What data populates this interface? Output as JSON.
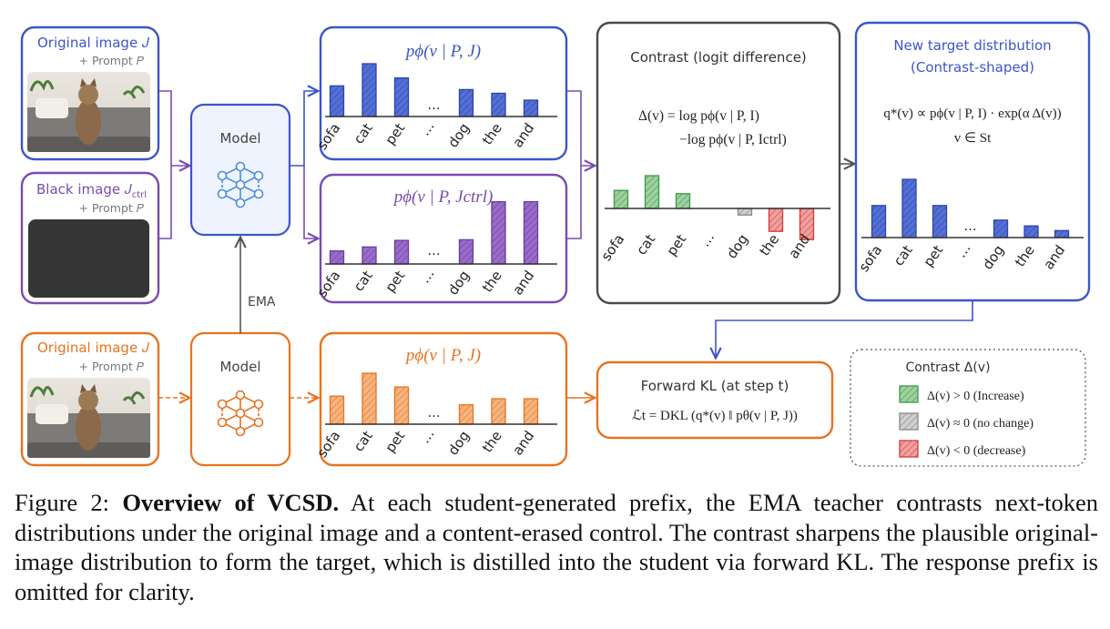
{
  "colors": {
    "blue": "#3c55c8",
    "purple": "#7a4bb0",
    "orange": "#e8731e",
    "gray_dark": "#4a4a4a",
    "green": "#3a9a4a",
    "red": "#d23a3a",
    "gray_mid": "#9a9a9a"
  },
  "inputs": {
    "original_top": {
      "title": "Original image 𝐽",
      "prompt": "+ Prompt 𝑃"
    },
    "black": {
      "title": "Black image 𝐽",
      "title_sub": "ctrl",
      "prompt": "+ Prompt 𝑃"
    },
    "original_bottom": {
      "title": "Original image 𝐽",
      "prompt": "+ Prompt 𝑃"
    }
  },
  "models": {
    "teacher_label": "Model",
    "student_label": "Model",
    "ema_label": "EMA"
  },
  "distributions": {
    "teacher_orig_title": "pϕ(v | P, J)",
    "teacher_ctrl_title": "pϕ(v | P, Jctrl)",
    "student_title": "pϕ(v | P, J)"
  },
  "tokens": [
    "sofa",
    "cat",
    "pet",
    "⋯",
    "dog",
    "the",
    "and"
  ],
  "ellipsis": "...",
  "contrast_panel": {
    "title": "Contrast (logit difference)",
    "formula_line1": "Δ(v) = log pϕ(v | P, I)",
    "formula_line2": "−log pϕ(v | P, Ictrl)"
  },
  "target_panel": {
    "title_line1": "New target distribution",
    "title_line2": "(Contrast-shaped)",
    "formula_line1": "q*(v) ∝ pϕ(v | P, I) · exp(α Δ(v))",
    "formula_line2": "v ∈ St"
  },
  "kl_panel": {
    "title": "Forward KL (at step t)",
    "formula": "ℒt = DKL (q*(v) ‖ pθ(v | P, J))"
  },
  "legend": {
    "title": "Contrast Δ(v)",
    "items": [
      {
        "text": "Δ(v) > 0 (Increase)",
        "color": "#3a9a4a"
      },
      {
        "text": "Δ(v) ≈ 0 (no change)",
        "color": "#9a9a9a"
      },
      {
        "text": "Δ(v) < 0 (decrease)",
        "color": "#d23a3a"
      }
    ]
  },
  "chart_data": [
    {
      "type": "bar",
      "name": "teacher original",
      "categories": [
        "sofa",
        "cat",
        "pet",
        "dog",
        "the",
        "and"
      ],
      "values": [
        0.58,
        1.0,
        0.73,
        0.51,
        0.44,
        0.31
      ]
    },
    {
      "type": "bar",
      "name": "teacher control",
      "categories": [
        "sofa",
        "cat",
        "pet",
        "dog",
        "the",
        "and"
      ],
      "values": [
        0.2,
        0.26,
        0.36,
        0.37,
        0.95,
        0.95
      ]
    },
    {
      "type": "bar",
      "name": "contrast",
      "categories": [
        "sofa",
        "cat",
        "pet",
        "dog",
        "the",
        "and"
      ],
      "values": [
        0.55,
        1.0,
        0.45,
        -0.2,
        -0.7,
        -0.95
      ]
    },
    {
      "type": "bar",
      "name": "target",
      "categories": [
        "sofa",
        "cat",
        "pet",
        "dog",
        "the",
        "and"
      ],
      "values": [
        0.55,
        1.0,
        0.55,
        0.3,
        0.2,
        0.12
      ]
    },
    {
      "type": "bar",
      "name": "student",
      "categories": [
        "sofa",
        "cat",
        "pet",
        "dog",
        "the",
        "and"
      ],
      "values": [
        0.55,
        1.0,
        0.73,
        0.38,
        0.5,
        0.5
      ]
    }
  ],
  "caption": {
    "label": "Figure 2:",
    "bold": "Overview of VCSD.",
    "text": "At each student-generated prefix, the EMA teacher contrasts next-token distributions under the original image and a content-erased control. The contrast sharpens the plausible original-image distribution to form the target, which is distilled into the student via forward KL. The response prefix is omitted for clarity."
  }
}
